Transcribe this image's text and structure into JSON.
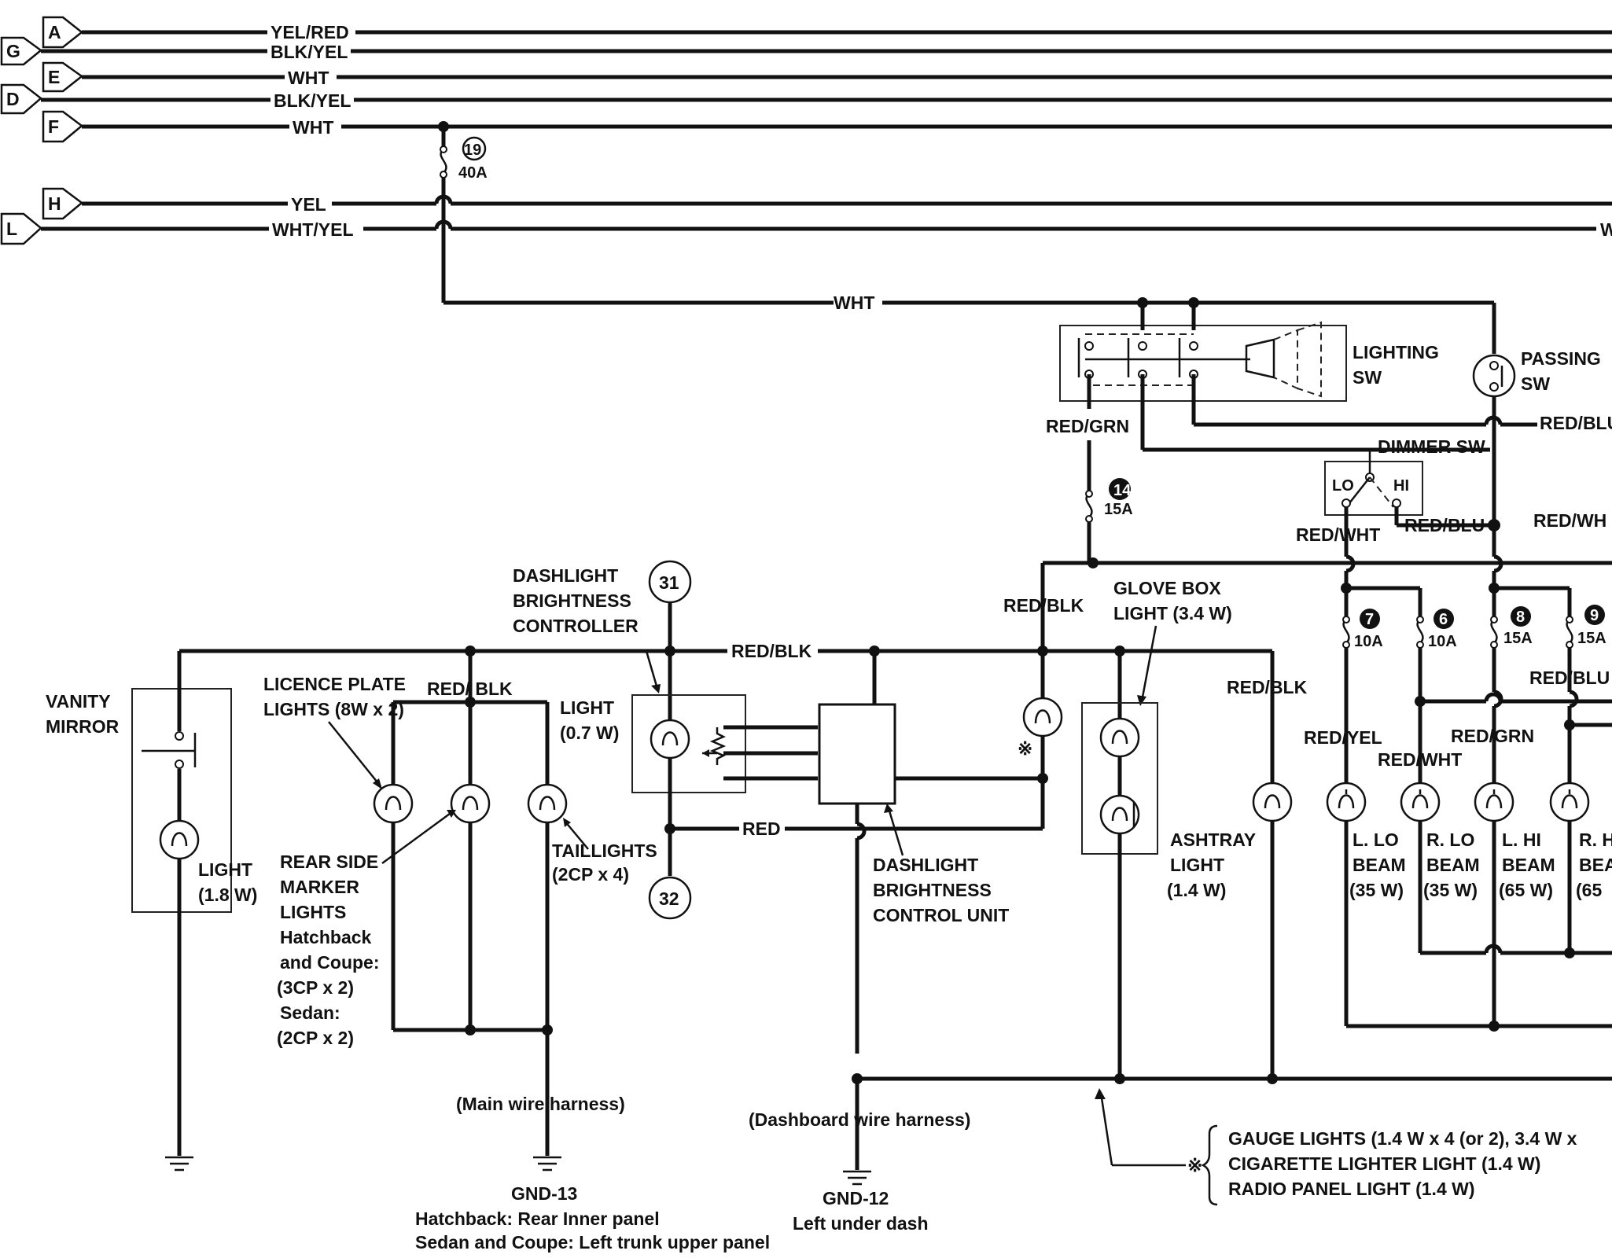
{
  "connectors": {
    "A": "A",
    "G": "G",
    "E": "E",
    "D": "D",
    "F": "F",
    "H": "H",
    "L": "L"
  },
  "wires": {
    "a": "YEL/RED",
    "g": "BLK/YEL",
    "e": "WHT",
    "d": "BLK/YEL",
    "f": "WHT",
    "h": "YEL",
    "l": "WHT/YEL",
    "wht_main": "WHT",
    "l_edge": "W"
  },
  "fuses": {
    "f19": {
      "num": "19",
      "amp": "40A"
    },
    "f14": {
      "num": "14",
      "amp": "15A"
    },
    "f7": {
      "num": "7",
      "amp": "10A"
    },
    "f6": {
      "num": "6",
      "amp": "10A"
    },
    "f8": {
      "num": "8",
      "amp": "15A"
    },
    "f9": {
      "num": "9",
      "amp": "15A"
    }
  },
  "switches": {
    "lighting": [
      "LIGHTING",
      "SW"
    ],
    "passing": [
      "PASSING",
      "SW"
    ],
    "dimmer": "DIMMER SW",
    "lo": "LO",
    "hi": "HI"
  },
  "wire_labels": {
    "red_grn": "RED/GRN",
    "red_blu_top": "RED/BLU",
    "red_wht_left": "RED/WHT",
    "red_blu_mid": "RED/BLU",
    "red_wht_right": "RED/WH",
    "red_blk_top": "RED/BLK",
    "red_blk_bus": "RED/BLK",
    "red_blk_licence": "RED/ BLK",
    "red_blk_ashtray": "RED/BLK",
    "red": "RED",
    "red_blu_right": "RED/BLU",
    "red_yel": "RED/YEL",
    "red_grn_right": "RED/GRN",
    "red_wht_right2": "RED/WHT"
  },
  "components": {
    "vanity_mirror": [
      "VANITY",
      "MIRROR"
    ],
    "vanity_light": [
      "LIGHT",
      "(1.8 W)"
    ],
    "licence_plate": [
      "LICENCE PLATE",
      "LIGHTS (8W x 2)"
    ],
    "rear_side_marker": [
      "REAR SIDE",
      "MARKER",
      "LIGHTS",
      "Hatchback",
      "and Coupe:",
      "(3CP x 2)",
      "Sedan:",
      "(2CP x 2)"
    ],
    "taillights": [
      "TAILLIGHTS",
      "(2CP x 4)"
    ],
    "dash_controller": [
      "DASHLIGHT",
      "BRIGHTNESS",
      "CONTROLLER"
    ],
    "controller_light": [
      "LIGHT",
      "(0.7 W)"
    ],
    "control_unit": [
      "DASHLIGHT",
      "BRIGHTNESS",
      "CONTROL UNIT"
    ],
    "glove_box": [
      "GLOVE BOX",
      "LIGHT (3.4 W)"
    ],
    "ashtray": [
      "ASHTRAY",
      "LIGHT",
      "(1.4 W)"
    ],
    "l_lo": [
      "L. LO",
      "BEAM",
      "(35 W)"
    ],
    "r_lo": [
      "R. LO",
      "BEAM",
      "(35 W)"
    ],
    "l_hi": [
      "L. HI",
      "BEAM",
      "(65 W)"
    ],
    "r_hi": [
      "R. H",
      "BEA",
      "(65"
    ]
  },
  "connector_circles": {
    "c31": "31",
    "c32": "32"
  },
  "harness": {
    "main": "(Main wire harness)",
    "dashboard": "(Dashboard wire harness)"
  },
  "grounds": {
    "gnd13": [
      "GND-13",
      "Hatchback: Rear Inner panel",
      "Sedan and Coupe: Left trunk upper panel"
    ],
    "gnd12": [
      "GND-12",
      "Left under dash"
    ]
  },
  "note": {
    "mark": "※",
    "items": [
      "GAUGE LIGHTS (1.4 W x 4 (or 2), 3.4 W x",
      "CIGARETTE LIGHTER LIGHT (1.4 W)",
      "RADIO PANEL LIGHT (1.4 W)"
    ]
  }
}
